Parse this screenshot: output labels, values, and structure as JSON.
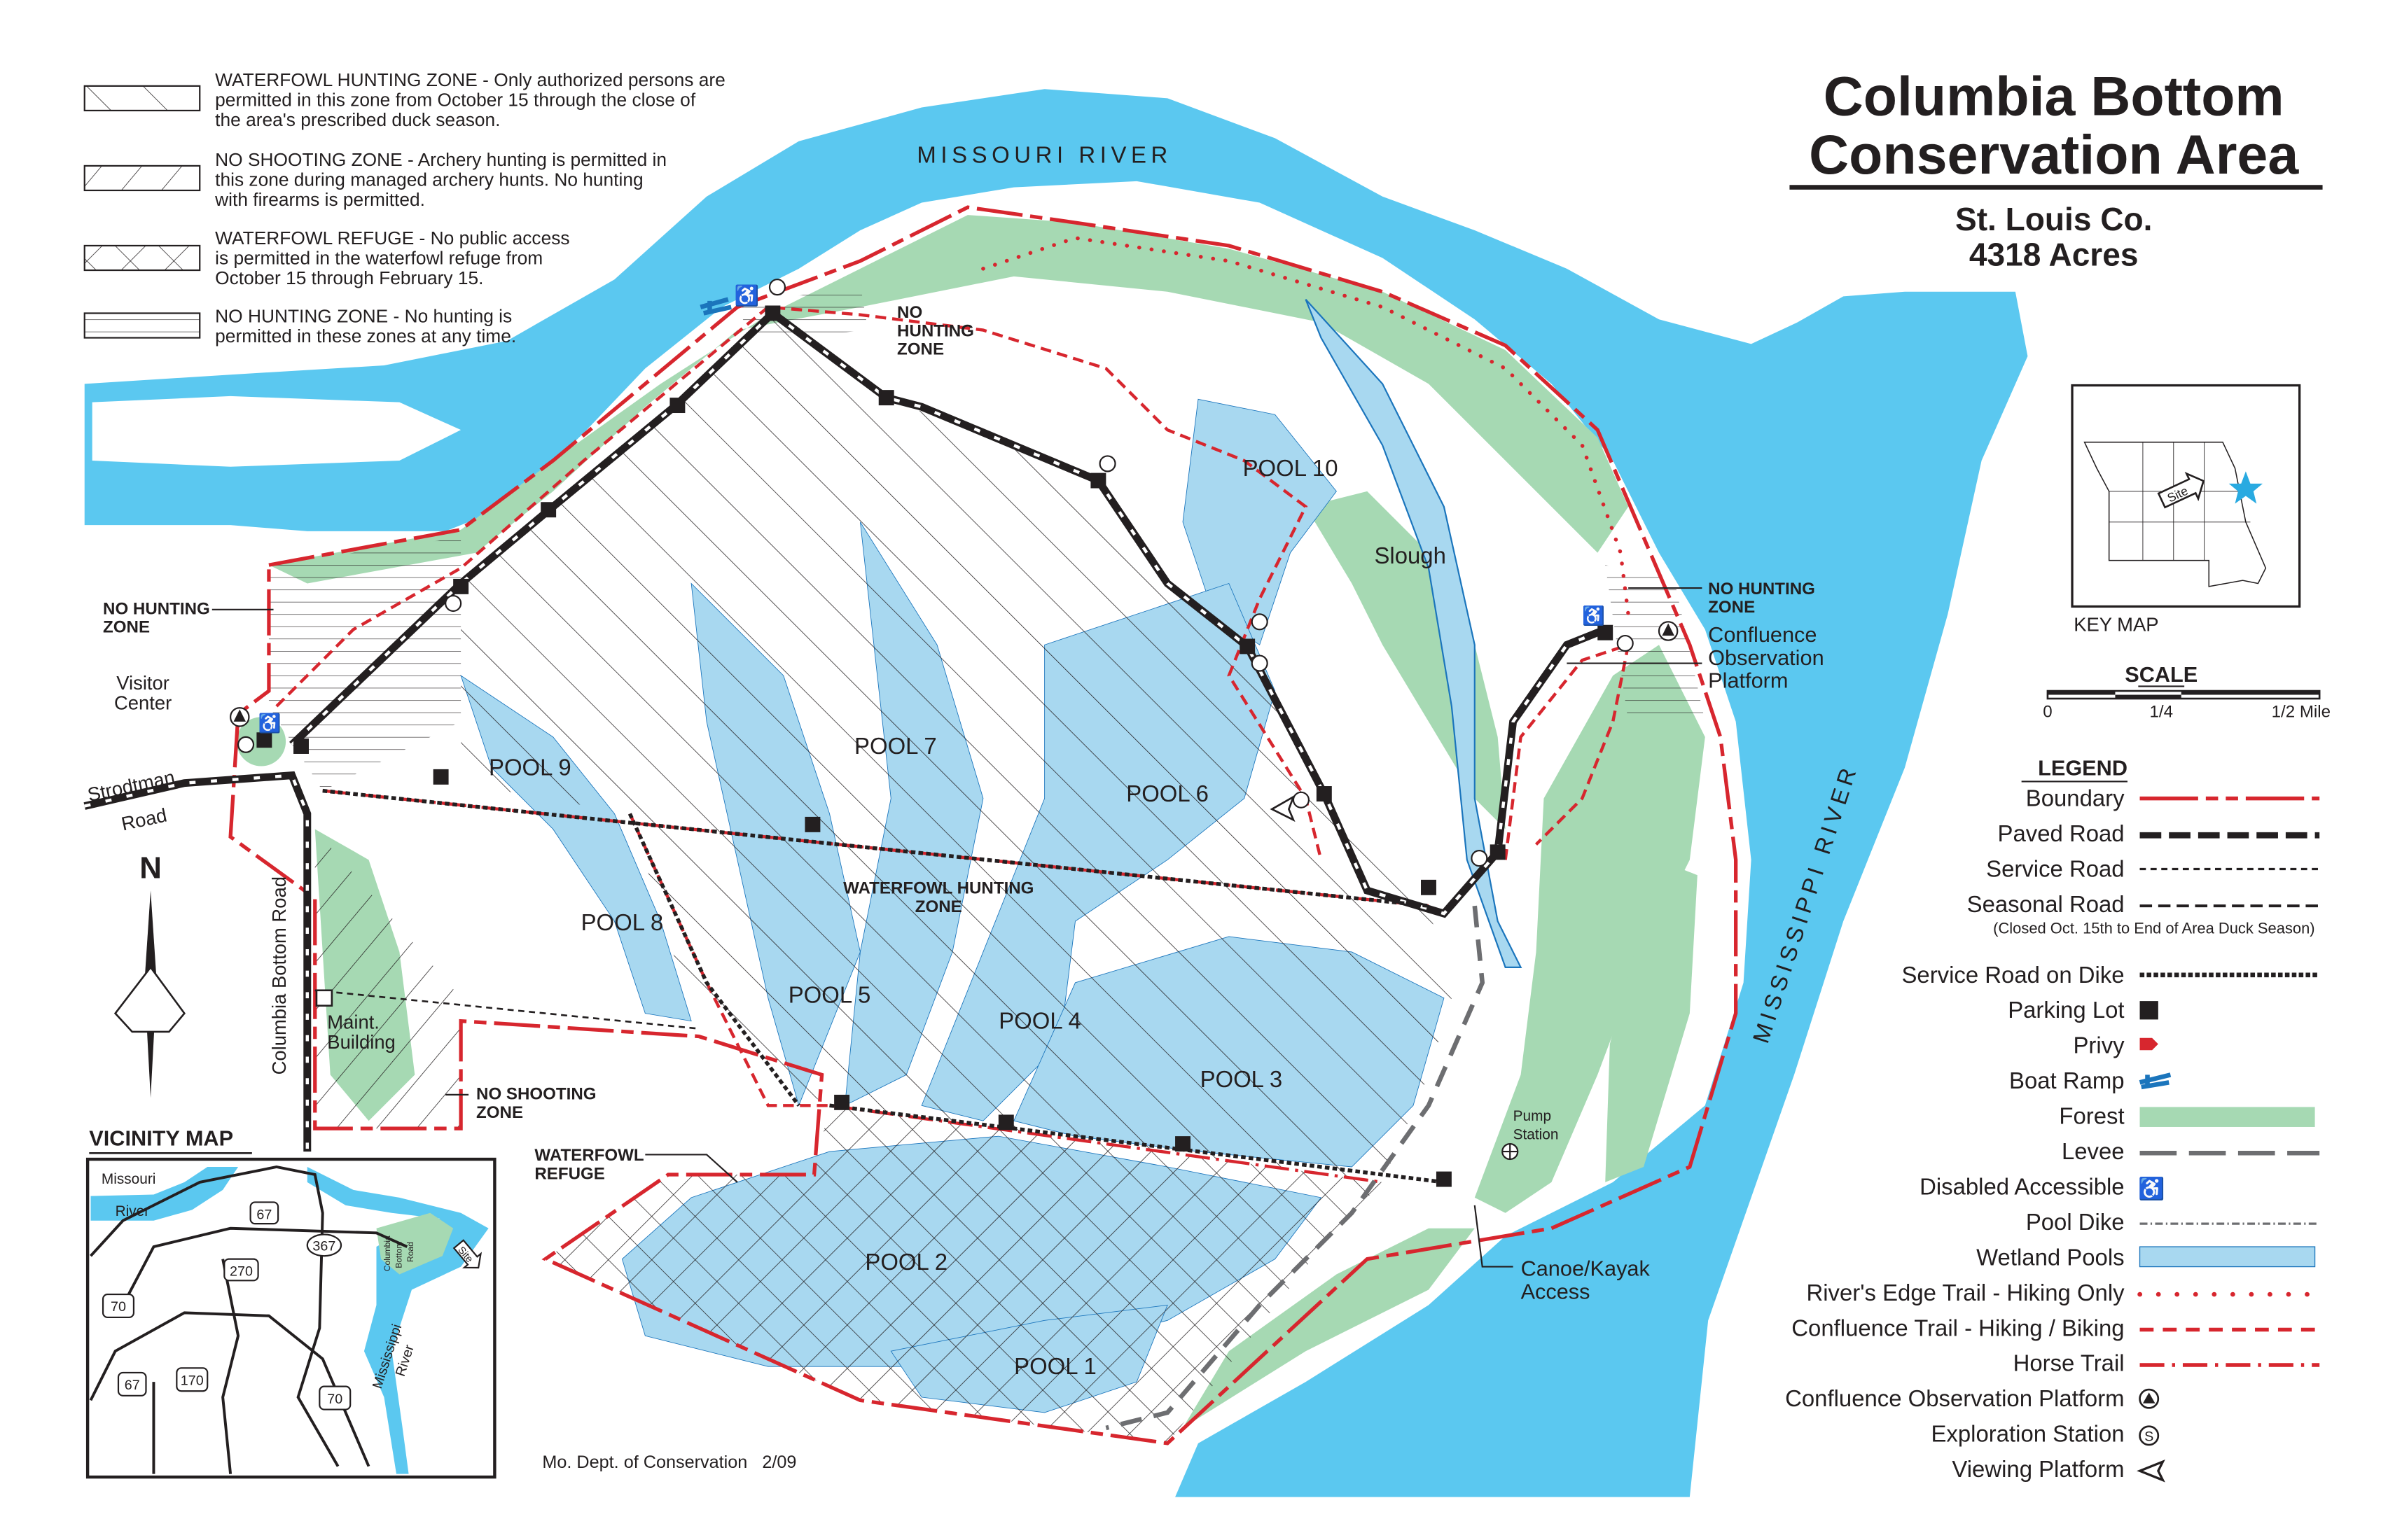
{
  "title": {
    "line1": "Columbia Bottom",
    "line2": "Conservation Area",
    "county": "St. Louis Co.",
    "acres": "4318 Acres"
  },
  "zone_legend": [
    {
      "name": "waterfowl-hunting-zone",
      "lines": [
        "WATERFOWL HUNTING ZONE - Only authorized persons are",
        "permitted in this zone from October 15 through the close of",
        "the area's prescribed duck season."
      ]
    },
    {
      "name": "no-shooting-zone",
      "lines": [
        "NO SHOOTING ZONE - Archery hunting is permitted in",
        "this zone during managed archery hunts.  No hunting",
        "with firearms is permitted."
      ]
    },
    {
      "name": "waterfowl-refuge",
      "lines": [
        "WATERFOWL REFUGE - No public access",
        "is permitted in the waterfowl refuge from",
        "October 15 through February 15."
      ]
    },
    {
      "name": "no-hunting-zone",
      "lines": [
        "NO HUNTING ZONE - No hunting is",
        "permitted in these zones at any time."
      ]
    }
  ],
  "legend": {
    "heading": "LEGEND",
    "seasonal_note": "(Closed Oct. 15th to End of Area Duck Season)",
    "items": [
      "Boundary",
      "Paved Road",
      "Service Road",
      "Seasonal Road",
      "Service Road on Dike",
      "Parking Lot",
      "Privy",
      "Boat Ramp",
      "Forest",
      "Levee",
      "Disabled Accessible",
      "Pool Dike",
      "Wetland Pools",
      "River's Edge Trail - Hiking Only",
      "Confluence Trail - Hiking / Biking",
      "Horse Trail",
      "Confluence Observation Platform",
      "Exploration Station",
      "Viewing Platform"
    ]
  },
  "scale": {
    "heading": "SCALE",
    "ticks": [
      "0",
      "1/4",
      "1/2 Mile"
    ]
  },
  "key_map": {
    "label": "KEY MAP",
    "site": "Site"
  },
  "north": "N",
  "vicinity_map": {
    "title": "VICINITY MAP",
    "missouri": "Missouri",
    "river": "River",
    "mississippi": "Mississippi",
    "mississippi_river": "River",
    "road_line1": "Columbia",
    "road_line2": "Bottom",
    "road_line3": "Road",
    "site": "Site",
    "shields": [
      "67",
      "367",
      "270",
      "70",
      "67",
      "170",
      "70"
    ]
  },
  "map_labels": {
    "missouri_river": "MISSOURI  RIVER",
    "mississippi_river": "MISSISSIPPI  RIVER",
    "pools": [
      "POOL 10",
      "POOL 9",
      "POOL 8",
      "POOL 7",
      "POOL 6",
      "POOL 5",
      "POOL 4",
      "POOL 3",
      "POOL 2",
      "POOL 1"
    ],
    "slough": "Slough",
    "no_hunting_top": [
      "NO",
      "HUNTING",
      "ZONE"
    ],
    "no_hunting_left": [
      "NO HUNTING",
      "ZONE"
    ],
    "no_hunting_right": [
      "NO HUNTING",
      "ZONE"
    ],
    "waterfowl_hunting_zone": [
      "WATERFOWL HUNTING",
      "ZONE"
    ],
    "no_shooting_zone": [
      "NO SHOOTING",
      "ZONE"
    ],
    "waterfowl_refuge": [
      "WATERFOWL",
      "REFUGE"
    ],
    "visitor_center": [
      "Visitor",
      "Center"
    ],
    "strodtman_road": [
      "Strodtman",
      "Road"
    ],
    "columbia_bottom_road": "Columbia Bottom Road",
    "maint_building": [
      "Maint.",
      "Building"
    ],
    "confluence_platform": [
      "Confluence",
      "Observation",
      "Platform"
    ],
    "pump_station": [
      "Pump",
      "Station"
    ],
    "canoe_access": [
      "Canoe/Kayak",
      "Access"
    ]
  },
  "credit": "Mo. Dept. of Conservation   2/09",
  "colors": {
    "water": "#5bc8f0",
    "pool": "#a8d8f0",
    "forest": "#a6d9b3",
    "boundary": "#d7262e",
    "boat": "#1b75bc",
    "levee": "#6d6e71"
  }
}
